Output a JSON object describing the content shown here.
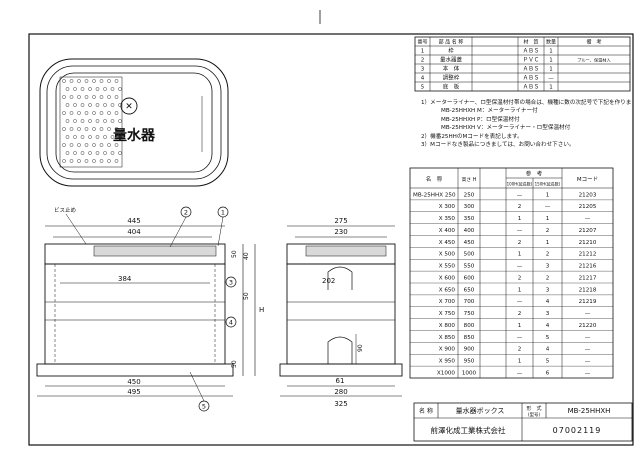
{
  "parts_table": {
    "headers": [
      "番号",
      "部 品 名 称",
      "材　質",
      "数量",
      "備　考"
    ],
    "rows": [
      {
        "no": "1",
        "name": "枠",
        "material": "ＡＢＳ",
        "qty": "1",
        "note": ""
      },
      {
        "no": "2",
        "name": "量水器蓋",
        "material": "ＰＶＣ",
        "qty": "1",
        "note": "ブルー、保温材入"
      },
      {
        "no": "3",
        "name": "本　体",
        "material": "ＡＢＳ",
        "qty": "1",
        "note": ""
      },
      {
        "no": "4",
        "name": "調整枠",
        "material": "ＡＢＳ",
        "qty": "—",
        "note": ""
      },
      {
        "no": "5",
        "name": "底　板",
        "material": "ＡＢＳ",
        "qty": "1",
        "note": ""
      }
    ]
  },
  "notes": [
    "1）メーターライナー、ロ型保温材付帯の場合は、機種に数の次記号で下記を作ります。",
    "MB-25HHXH M：メーターライナー付",
    "MB-25HHXH P：ロ型保温材付",
    "MB-25HHXH V：メーターライナー・ロ型保温材付",
    "2）機番25HHのMコードを表記します。",
    "3）Mコードなき製品につきましては、お問い合わせ下さい。"
  ],
  "spec_table": {
    "header_model": "名　称",
    "header_height": "高さ H",
    "header_ref": "参　考",
    "header_sub1": "100H(延長数)",
    "header_sub2": "150H(延長数)",
    "header_mcode": "Mコード",
    "rows": [
      {
        "name": "MB-25HHX 250",
        "h": "250",
        "a": "—",
        "b": "1",
        "m": "21203"
      },
      {
        "name": "X 300",
        "h": "300",
        "a": "2",
        "b": "—",
        "m": "21205"
      },
      {
        "name": "X 350",
        "h": "350",
        "a": "1",
        "b": "1",
        "m": "—"
      },
      {
        "name": "X 400",
        "h": "400",
        "a": "—",
        "b": "2",
        "m": "21207"
      },
      {
        "name": "X 450",
        "h": "450",
        "a": "2",
        "b": "1",
        "m": "21210"
      },
      {
        "name": "X 500",
        "h": "500",
        "a": "1",
        "b": "2",
        "m": "21212"
      },
      {
        "name": "X 550",
        "h": "550",
        "a": "—",
        "b": "3",
        "m": "21216"
      },
      {
        "name": "X 600",
        "h": "600",
        "a": "2",
        "b": "2",
        "m": "21217"
      },
      {
        "name": "X 650",
        "h": "650",
        "a": "1",
        "b": "3",
        "m": "21218"
      },
      {
        "name": "X 700",
        "h": "700",
        "a": "—",
        "b": "4",
        "m": "21219"
      },
      {
        "name": "X 750",
        "h": "750",
        "a": "2",
        "b": "3",
        "m": "—"
      },
      {
        "name": "X 800",
        "h": "800",
        "a": "1",
        "b": "4",
        "m": "21220"
      },
      {
        "name": "X 850",
        "h": "850",
        "a": "—",
        "b": "5",
        "m": "—"
      },
      {
        "name": "X 900",
        "h": "900",
        "a": "2",
        "b": "4",
        "m": "—"
      },
      {
        "name": "X 950",
        "h": "950",
        "a": "1",
        "b": "5",
        "m": "—"
      },
      {
        "name": "X1000",
        "h": "1000",
        "a": "—",
        "b": "6",
        "m": "—"
      }
    ]
  },
  "title_block": {
    "name_label": "名 称",
    "name_value": "量水器ボックス",
    "model_label": "形　式",
    "model_sub": "(型号)",
    "model_value": "MB-25HHXH",
    "company": "前澤化成工業株式会社",
    "drawing_no": "07002119"
  },
  "lid": {
    "lettering": "量水器",
    "emblem": "✕"
  },
  "front_view": {
    "dims": {
      "d445": "445",
      "d404": "404",
      "d384": "384",
      "d450": "450",
      "d495": "495",
      "d50a": "50",
      "d40": "40",
      "d50b": "50",
      "d50c": "50",
      "h": "H"
    },
    "callouts": [
      "1",
      "2",
      "3",
      "4",
      "5"
    ],
    "note_label": "ビス止め"
  },
  "side_view": {
    "dims": {
      "d275": "275",
      "d230": "230",
      "d202": "202",
      "d90": "90",
      "d61": "61",
      "d280": "280",
      "d325": "325"
    }
  }
}
